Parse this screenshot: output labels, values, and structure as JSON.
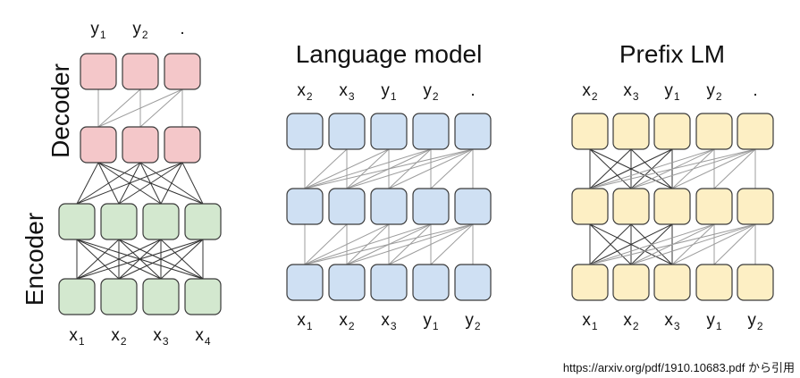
{
  "colors": {
    "decoder_fill": "#f4c7c9",
    "encoder_fill": "#d3e8cf",
    "lm_fill": "#cfe0f3",
    "prefix_fill": "#fdefc4",
    "box_stroke": "#3a3a3a",
    "light_edge": "#9c9c9c",
    "dark_edge": "#333333"
  },
  "encoder_decoder": {
    "side_labels": {
      "decoder": "Decoder",
      "encoder": "Encoder"
    },
    "top_tokens": [
      {
        "base": "y",
        "sub": "1"
      },
      {
        "base": "y",
        "sub": "2"
      },
      {
        "base": ".",
        "sub": ""
      }
    ],
    "bottom_tokens": [
      {
        "base": "x",
        "sub": "1"
      },
      {
        "base": "x",
        "sub": "2"
      },
      {
        "base": "x",
        "sub": "3"
      },
      {
        "base": "x",
        "sub": "4"
      }
    ]
  },
  "language_model": {
    "title": "Language model",
    "top_tokens": [
      {
        "base": "x",
        "sub": "2"
      },
      {
        "base": "x",
        "sub": "3"
      },
      {
        "base": "y",
        "sub": "1"
      },
      {
        "base": "y",
        "sub": "2"
      },
      {
        "base": ".",
        "sub": ""
      }
    ],
    "bottom_tokens": [
      {
        "base": "x",
        "sub": "1"
      },
      {
        "base": "x",
        "sub": "2"
      },
      {
        "base": "x",
        "sub": "3"
      },
      {
        "base": "y",
        "sub": "1"
      },
      {
        "base": "y",
        "sub": "2"
      }
    ]
  },
  "prefix_lm": {
    "title": "Prefix LM",
    "top_tokens": [
      {
        "base": "x",
        "sub": "2"
      },
      {
        "base": "x",
        "sub": "3"
      },
      {
        "base": "y",
        "sub": "1"
      },
      {
        "base": "y",
        "sub": "2"
      },
      {
        "base": ".",
        "sub": ""
      }
    ],
    "bottom_tokens": [
      {
        "base": "x",
        "sub": "1"
      },
      {
        "base": "x",
        "sub": "2"
      },
      {
        "base": "x",
        "sub": "3"
      },
      {
        "base": "y",
        "sub": "1"
      },
      {
        "base": "y",
        "sub": "2"
      }
    ]
  },
  "source_note": "https://arxiv.org/pdf/1910.10683.pdf から引用"
}
